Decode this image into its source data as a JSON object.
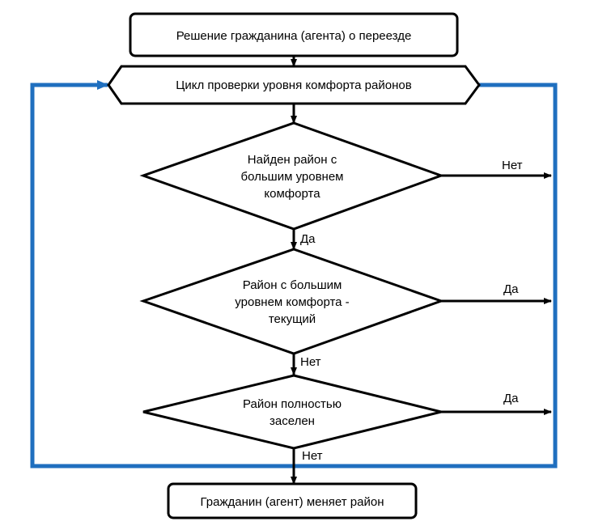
{
  "colors": {
    "stroke": "#000000",
    "loop_line": "#1f6fbf",
    "background": "#ffffff"
  },
  "nodes": {
    "start": {
      "label": "Решение гражданина (агента) о переезде"
    },
    "loop": {
      "label": "Цикл проверки уровня комфорта районов"
    },
    "decision1": {
      "lines": [
        "Найден район с",
        "большим уровнем",
        "комфорта"
      ]
    },
    "decision2": {
      "lines": [
        "Район с большим",
        "уровнем комфорта -",
        "текущий"
      ]
    },
    "decision3": {
      "lines": [
        "Район полностью",
        "заселен"
      ]
    },
    "end": {
      "label": "Гражданин (агент) меняет район"
    }
  },
  "edges": {
    "d1_right": "Нет",
    "d1_down": "Да",
    "d2_right": "Да",
    "d2_down": "Нет",
    "d3_right": "Да",
    "d3_down": "Нет"
  }
}
